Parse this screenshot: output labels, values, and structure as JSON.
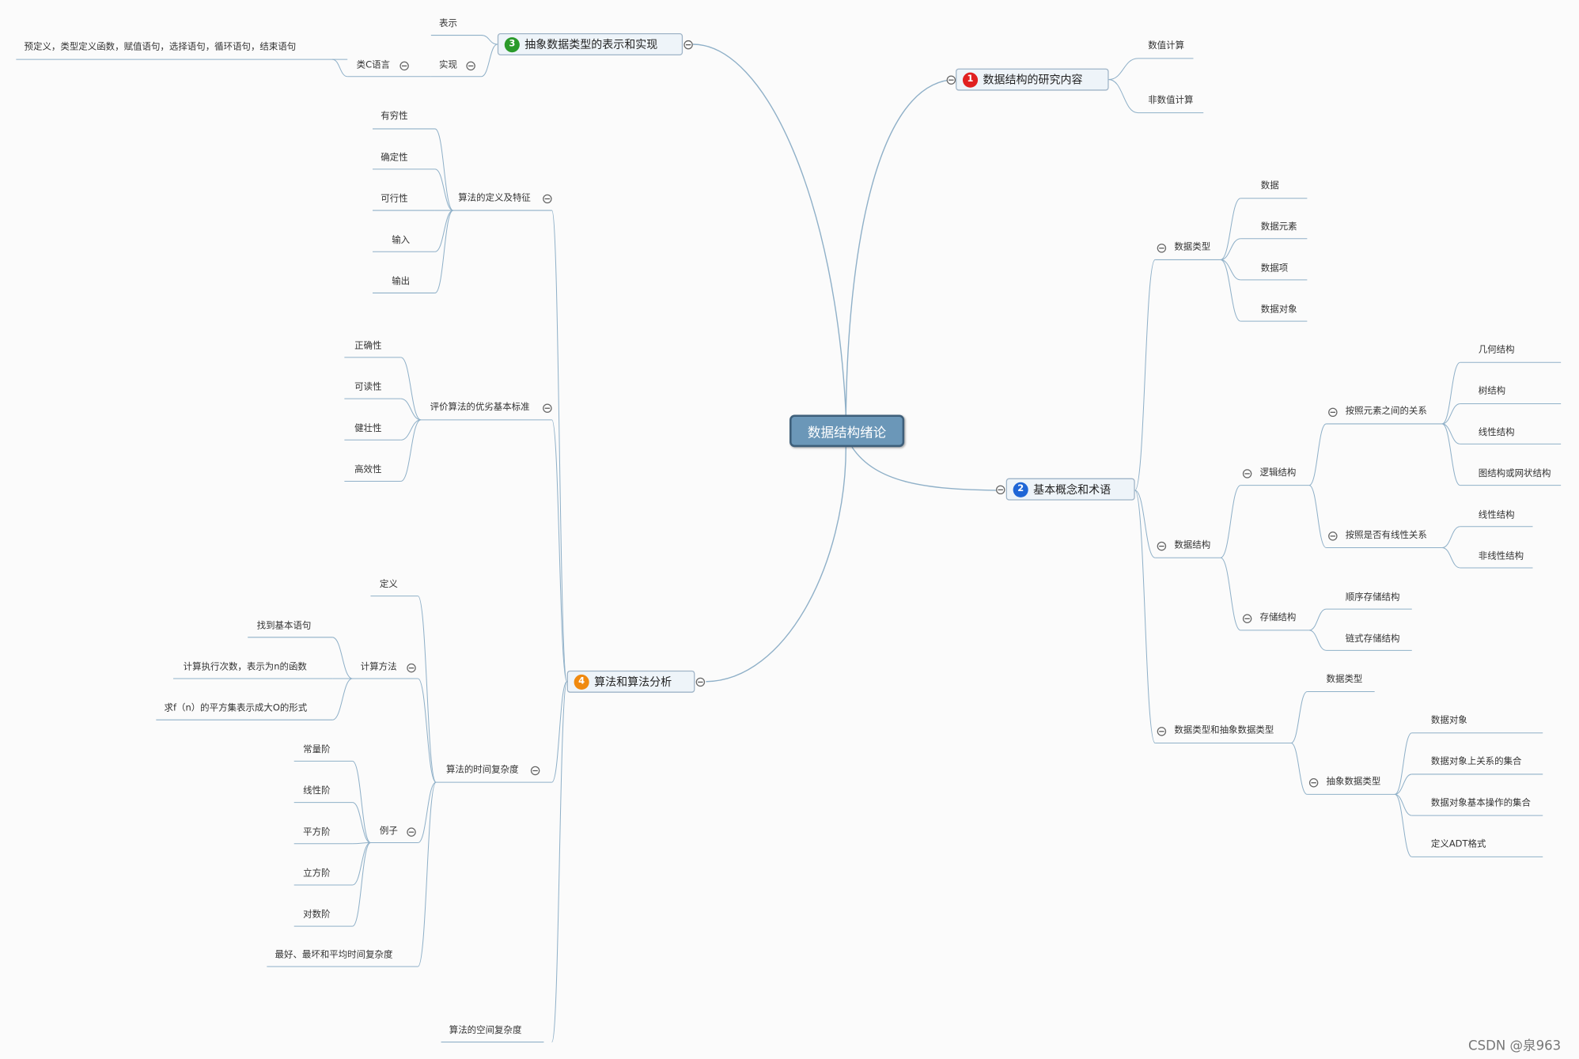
{
  "colors": {
    "link_line": "#8fb0c8",
    "central_fill": "#6b97b8",
    "topic_fill": "#eef4f9",
    "badge_1": "#e02020",
    "badge_2": "#1f66d6",
    "badge_3": "#2a9a2a",
    "badge_4": "#f08a10"
  },
  "central": "数据结构绪论",
  "t1": {
    "badge": "1",
    "label": "数据结构的研究内容",
    "children": [
      "数值计算",
      "非数值计算"
    ]
  },
  "t2": {
    "badge": "2",
    "label": "基本概念和术语",
    "types": {
      "label": "数据类型",
      "children": [
        "数据",
        "数据元素",
        "数据项",
        "数据对象"
      ]
    },
    "structure": {
      "label": "数据结构",
      "logical": {
        "label": "逻辑结构",
        "by_relation": {
          "label": "按照元素之间的关系",
          "children": [
            "几何结构",
            "树结构",
            "线性结构",
            "图结构或网状结构"
          ]
        },
        "by_linear": {
          "label": "按照是否有线性关系",
          "children": [
            "线性结构",
            "非线性结构"
          ]
        }
      },
      "storage": {
        "label": "存储结构",
        "children": [
          "顺序存储结构",
          "链式存储结构"
        ]
      }
    },
    "adt": {
      "label": "数据类型和抽象数据类型",
      "type": "数据类型",
      "abstract": {
        "label": "抽象数据类型",
        "children": [
          "数据对象",
          "数据对象上关系的集合",
          "数据对象基本操作的集合",
          "定义ADT格式"
        ]
      }
    }
  },
  "t3": {
    "badge": "3",
    "label": "抽象数据类型的表示和实现",
    "represent": "表示",
    "implement": "实现",
    "c_like": "类C语言",
    "c_like_detail": "预定义，类型定义函数，赋值语句，选择语句，循环语句，结束语句"
  },
  "t4": {
    "badge": "4",
    "label": "算法和算法分析",
    "definition": {
      "label": "算法的定义及特征",
      "children": [
        "有穷性",
        "确定性",
        "可行性",
        "输入",
        "输出"
      ]
    },
    "criteria": {
      "label": "评价算法的优劣基本标准",
      "children": [
        "正确性",
        "可读性",
        "健壮性",
        "高效性"
      ]
    },
    "time": {
      "label": "算法的时间复杂度",
      "define": "定义",
      "method": {
        "label": "计算方法",
        "children": [
          "找到基本语句",
          "计算执行次数，表示为n的函数",
          "求f（n）的平方集表示成大O的形式"
        ]
      },
      "examples": {
        "label": "例子",
        "children": [
          "常量阶",
          "线性阶",
          "平方阶",
          "立方阶",
          "对数阶"
        ]
      },
      "cases": "最好、最坏和平均时间复杂度"
    },
    "space": "算法的空间复杂度"
  },
  "watermark": "CSDN @泉963"
}
